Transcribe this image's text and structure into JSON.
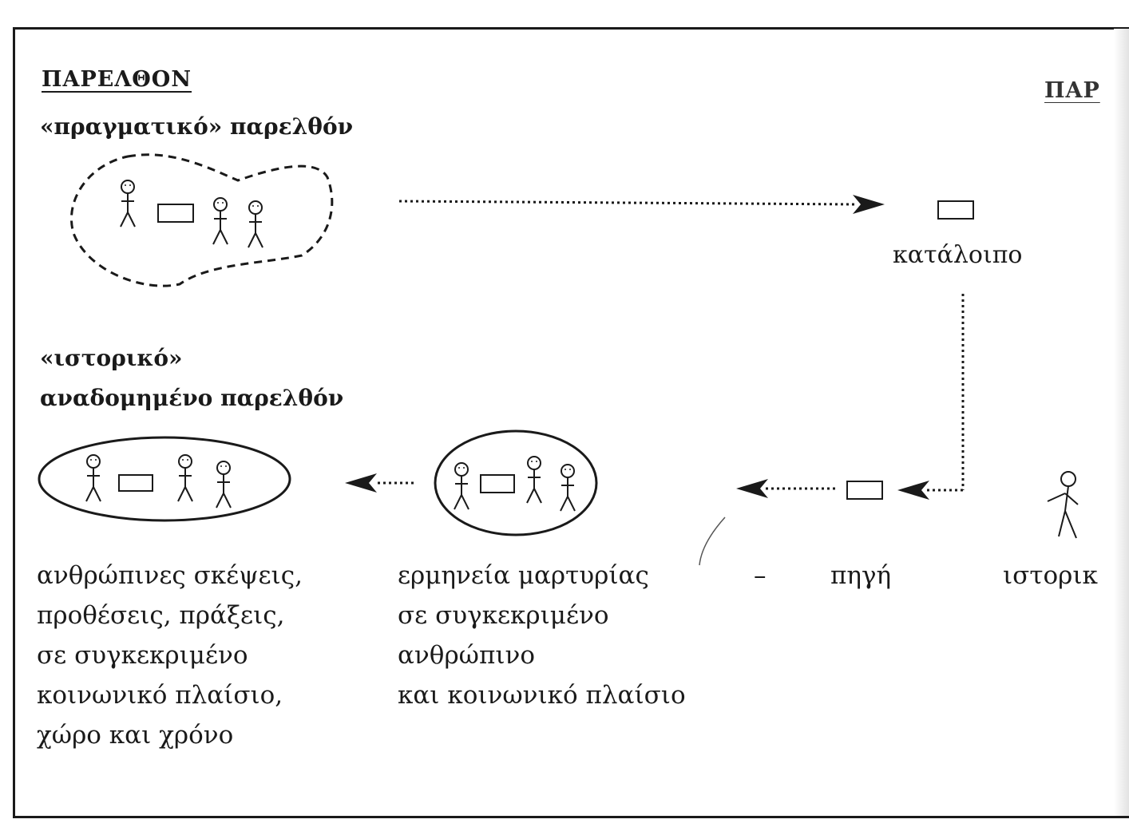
{
  "headings": {
    "past": "ΠΑΡΕΛΘΟΝ",
    "present_partial": "ΠΑΡ"
  },
  "labels": {
    "real_past": "«πραγματικό» παρελθόν",
    "historical_line1": "«ιστορικό»",
    "historical_line2": "αναδομημένο παρελθόν",
    "remnant": "κατάλοιπο",
    "dash": "–",
    "source": "πηγή",
    "historian_partial": "ιστορικ"
  },
  "captions": {
    "human": [
      "ανθρώπινες σκέψεις,",
      "προθέσεις, πράξεις,",
      "σε συγκεκριμένο",
      "κοινωνικό πλαίσιο,",
      "χώρο και χρόνο"
    ],
    "interpretation": [
      "ερμηνεία μαρτυρίας",
      "σε συγκεκριμένο",
      "ανθρώπινο",
      "και κοινωνικό πλαίσιο"
    ]
  },
  "icons": {
    "person": "stick-figure-icon",
    "object": "rectangle-object-icon",
    "arrow": "dotted-arrow-icon"
  }
}
